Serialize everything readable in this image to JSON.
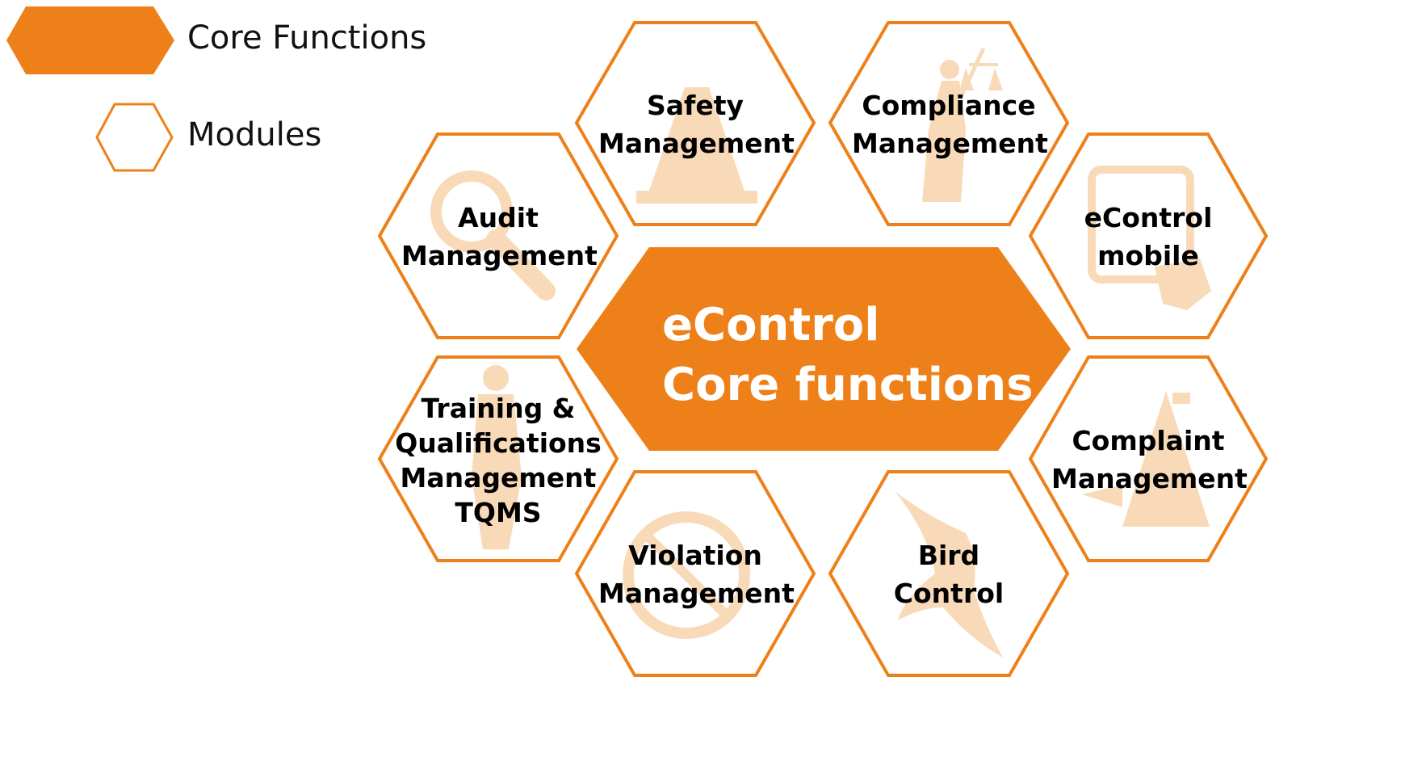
{
  "legend": {
    "core_label": "Core Functions",
    "module_label": "Modules"
  },
  "core": {
    "line1": "eControl",
    "line2": "Core functions"
  },
  "modules": {
    "safety": [
      "Safety",
      "Management"
    ],
    "compliance": [
      "Compliance",
      "Management"
    ],
    "audit": [
      "Audit",
      "Management"
    ],
    "mobile": [
      "eControl",
      "mobile"
    ],
    "training": [
      "Training &",
      "Qualifications",
      "Management",
      "TQMS"
    ],
    "complaint": [
      "Complaint",
      "Management"
    ],
    "violation": [
      "Violation",
      "Management"
    ],
    "bird": [
      "Bird",
      "Control"
    ]
  },
  "colors": {
    "accent": "#EE8019",
    "icon_fill": "#F9DAB8",
    "background": "#FFFFFF"
  }
}
